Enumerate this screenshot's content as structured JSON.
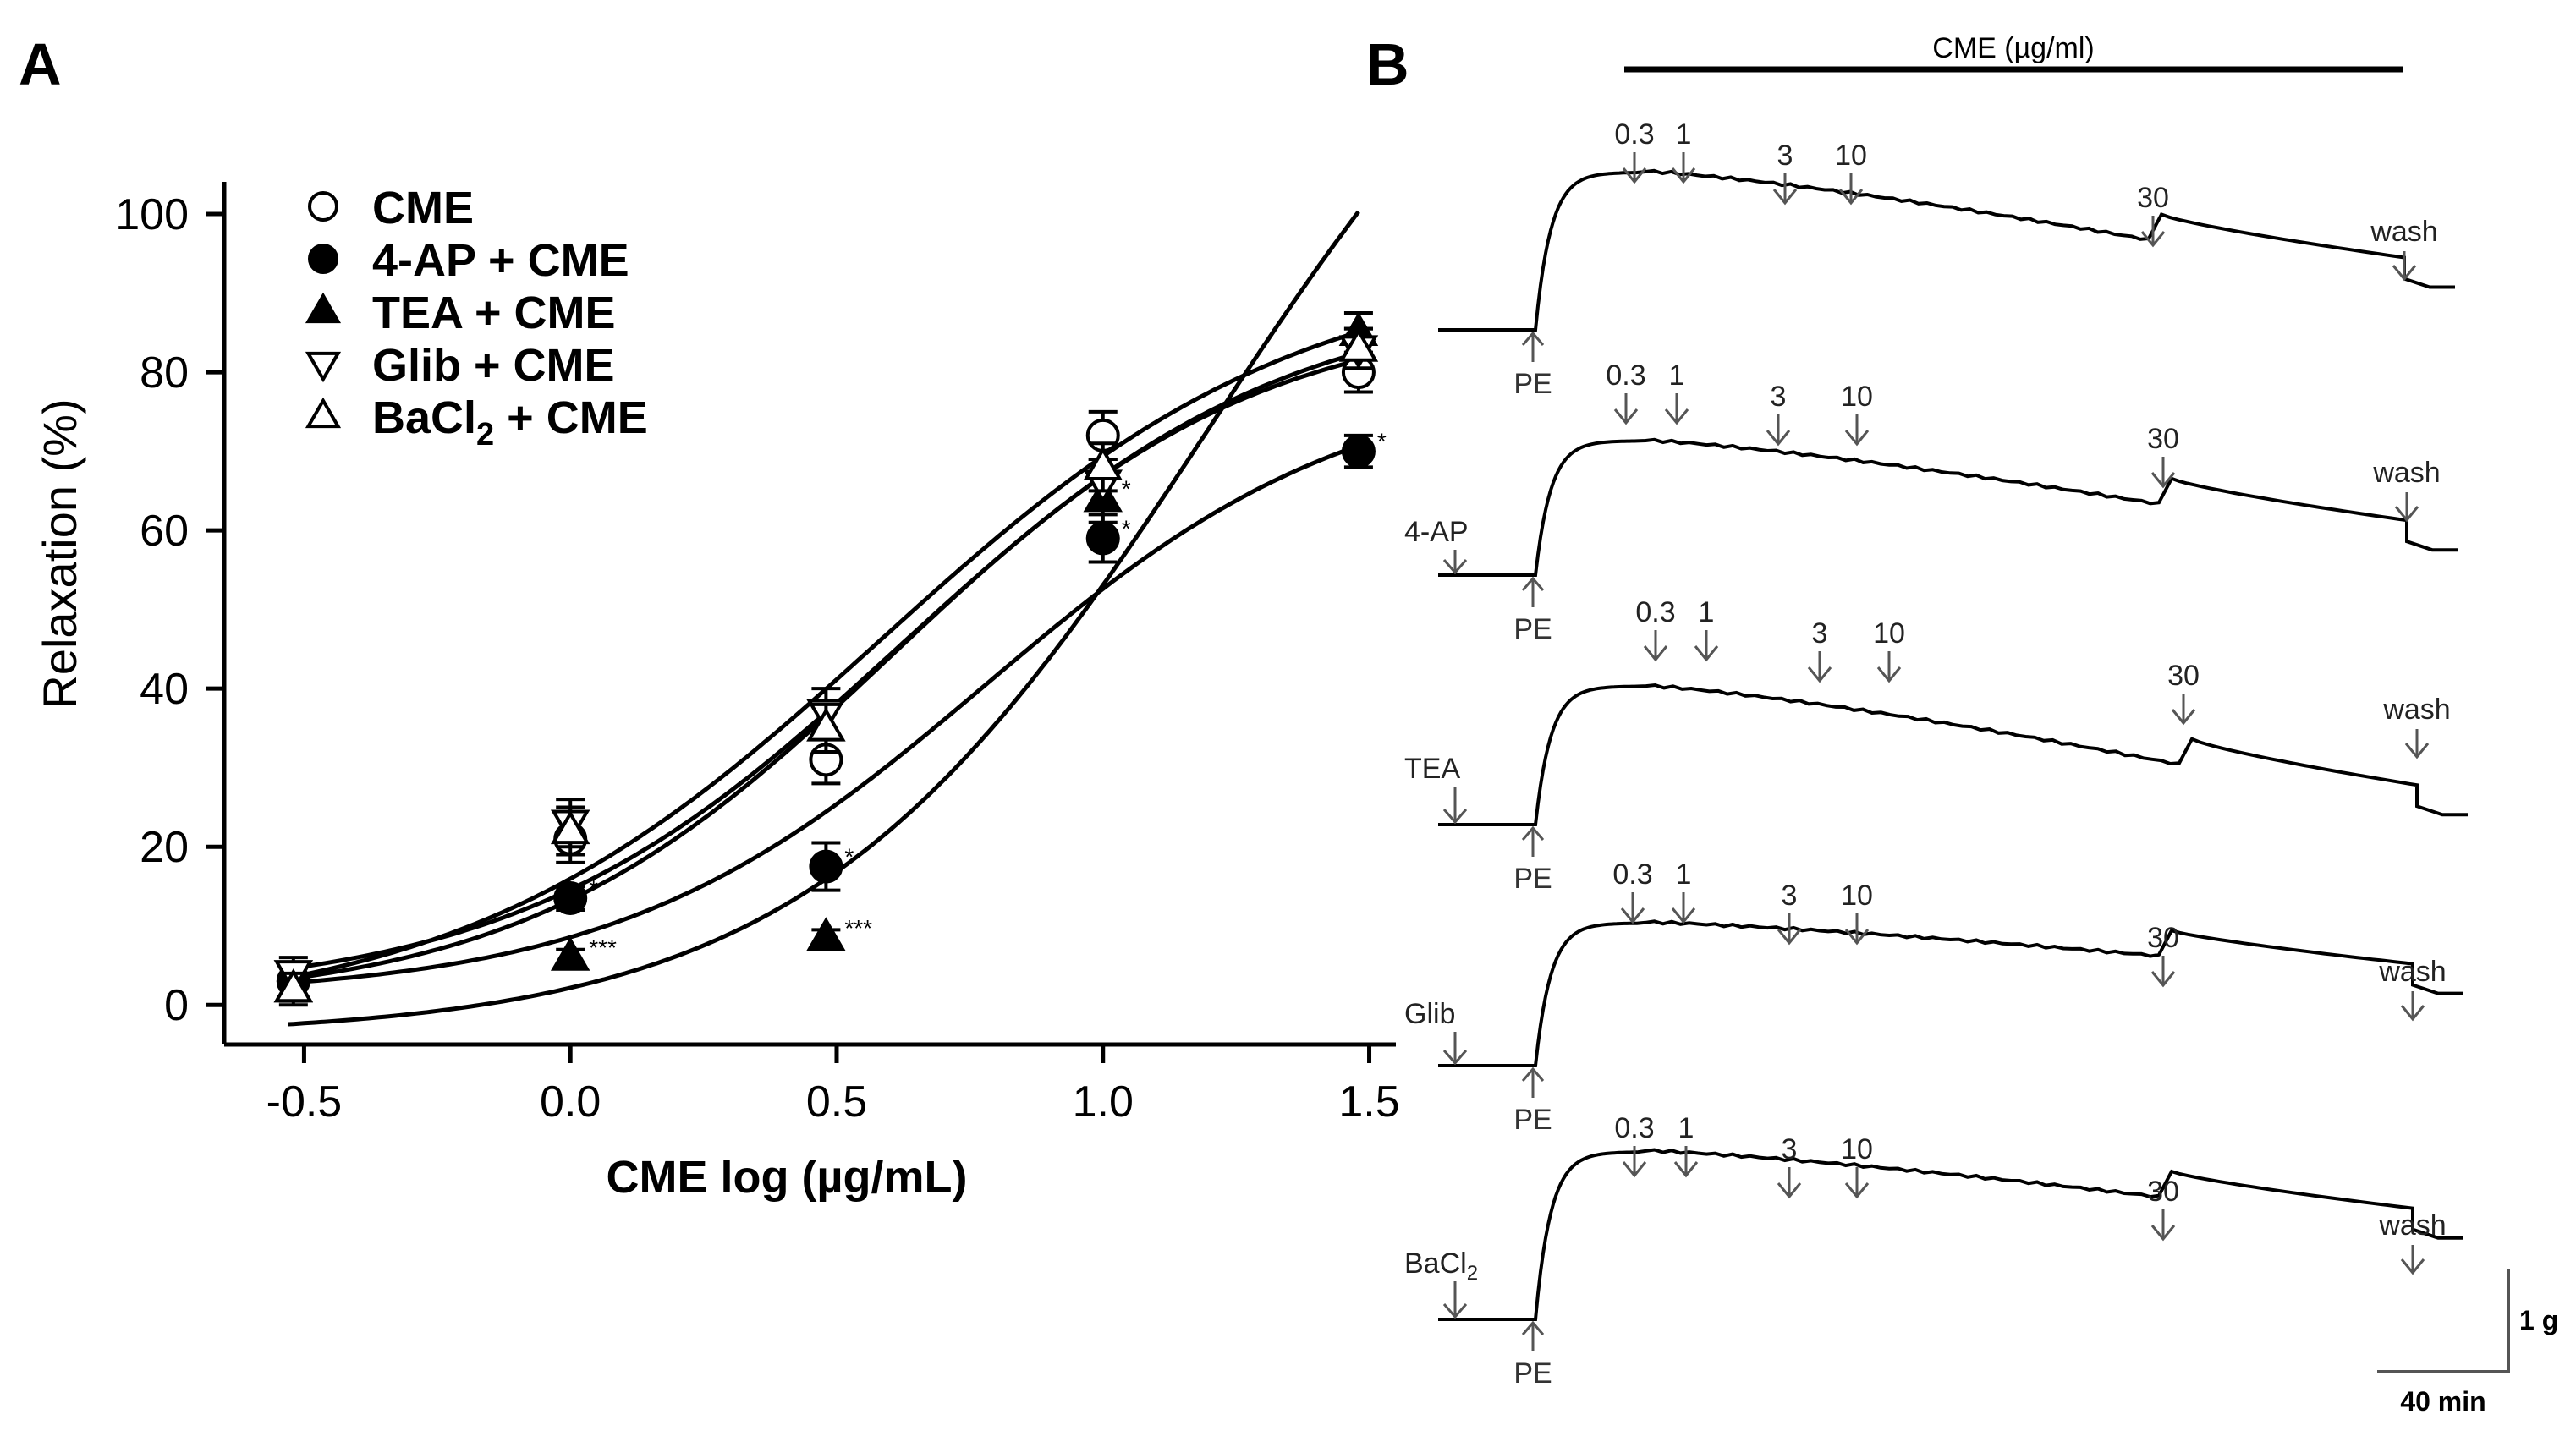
{
  "panels": {
    "a": "A",
    "b": "B"
  },
  "chart_data": [
    {
      "type": "scatter",
      "panel": "A",
      "title": "",
      "xlabel": "CME log (µg/mL)",
      "ylabel": "Relaxation (%)",
      "xlim": [
        -0.65,
        1.55
      ],
      "ylim": [
        -5,
        103
      ],
      "x_ticks": [
        -0.5,
        0.0,
        0.5,
        1.0,
        1.5
      ],
      "x_tick_labels": [
        "-0.5",
        "0.0",
        "0.5",
        "1.0",
        "1.5"
      ],
      "y_ticks": [
        0,
        20,
        40,
        60,
        80,
        100
      ],
      "y_tick_labels": [
        "0",
        "20",
        "40",
        "60",
        "80",
        "100"
      ],
      "grid": false,
      "legend_position": "top-left",
      "x": [
        -0.52,
        0.0,
        0.48,
        1.0,
        1.48
      ],
      "series": [
        {
          "name": "CME",
          "marker": "circle-open",
          "values": [
            3,
            21,
            31,
            72,
            80
          ],
          "errors": [
            2,
            3,
            3,
            3,
            2.5
          ],
          "fit": {
            "bottom": -2,
            "top": 94,
            "logec50": 0.58,
            "hill": 1.1
          },
          "sig": [
            "",
            "",
            "",
            "",
            ""
          ]
        },
        {
          "name": "4-AP + CME",
          "marker": "circle-filled",
          "values": [
            3,
            13.5,
            17.5,
            59,
            70
          ],
          "errors": [
            2,
            1.5,
            3,
            3,
            2
          ],
          "fit": {
            "bottom": 1,
            "top": 80,
            "logec50": 0.78,
            "hill": 1.25
          },
          "sig": [
            "",
            "*",
            "*",
            "*",
            "*"
          ]
        },
        {
          "name": "TEA + CME",
          "marker": "triangle-up-filled",
          "values": [
            2,
            6,
            8.5,
            64,
            85
          ],
          "errors": [
            1.5,
            1,
            1,
            3,
            2.5
          ],
          "fit": {
            "bottom": -4,
            "top": 150,
            "logec50": 1.2,
            "hill": 1.15
          },
          "sig": [
            "",
            "***",
            "***",
            "*",
            ""
          ]
        },
        {
          "name": "Glib + CME",
          "marker": "triangle-down-open",
          "values": [
            4,
            23,
            37,
            66,
            83
          ],
          "errors": [
            2,
            3,
            3,
            3,
            2.5
          ],
          "fit": {
            "bottom": 0,
            "top": 88,
            "logec50": 0.6,
            "hill": 1.25
          },
          "sig": [
            "",
            "",
            "",
            "",
            ""
          ]
        },
        {
          "name": "BaCl",
          "name_subscript": "2",
          "name_suffix": " + CME",
          "marker": "triangle-up-open",
          "values": [
            2,
            22,
            35,
            68,
            83
          ],
          "errors": [
            2,
            3,
            3,
            3,
            2.5
          ],
          "fit": {
            "bottom": 1,
            "top": 90,
            "logec50": 0.62,
            "hill": 1.2
          },
          "sig": [
            "",
            "",
            "",
            "",
            ""
          ]
        }
      ]
    },
    {
      "type": "line",
      "panel": "B",
      "title": "",
      "top_bar_label": "CME (µg/ml)",
      "dose_labels": [
        "0.3",
        "1",
        "3",
        "10",
        "30"
      ],
      "wash_label": "wash",
      "pe_label": "PE",
      "scale_bar_y_label": "1 g",
      "scale_bar_x_label": "40 min",
      "traces": [
        {
          "label": "",
          "label_sub": "",
          "plateau": 1.0,
          "end": 0.55
        },
        {
          "label": "4-AP",
          "label_sub": "",
          "plateau": 1.0,
          "end": 0.6
        },
        {
          "label": "TEA",
          "label_sub": "",
          "plateau": 1.0,
          "end": 0.72
        },
        {
          "label": "Glib",
          "label_sub": "",
          "plateau": 1.0,
          "end": 0.3
        },
        {
          "label": "BaCl",
          "label_sub": "2",
          "plateau": 1.0,
          "end": 0.35
        }
      ]
    }
  ]
}
